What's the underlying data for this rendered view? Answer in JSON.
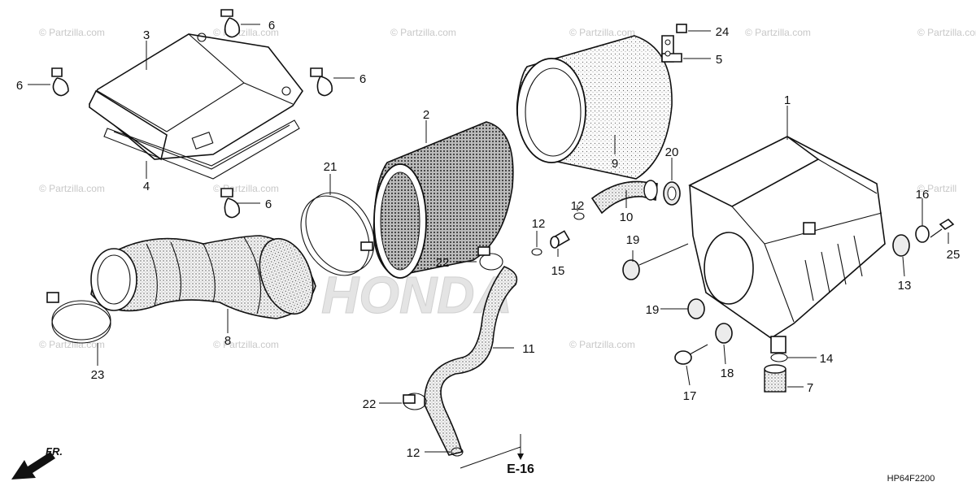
{
  "watermarks": [
    "© Partzilla.com",
    "© Partzilla.com",
    "© Partzilla.com",
    "© Partzilla.com",
    "© Partzilla.com",
    "© Partzilla.com",
    "© Partzilla.com",
    "© Partzilla.com",
    "© Partzilla.com",
    "© Partzilla.com",
    "© Partzilla.com",
    "© Partzill"
  ],
  "brand_watermark": "HONDA",
  "callouts": [
    "1",
    "2",
    "3",
    "4",
    "5",
    "6",
    "6",
    "6",
    "6",
    "7",
    "8",
    "9",
    "10",
    "11",
    "12",
    "12",
    "12",
    "13",
    "14",
    "15",
    "16",
    "17",
    "18",
    "19",
    "19",
    "19",
    "20",
    "21",
    "22",
    "22",
    "23",
    "24",
    "25"
  ],
  "reference": "E-16",
  "direction": "FR.",
  "diagram_code": "HP64F2200",
  "colors": {
    "ink": "#111111",
    "watermark": "#c8c8c8",
    "stipple": "#e6e6e6"
  }
}
